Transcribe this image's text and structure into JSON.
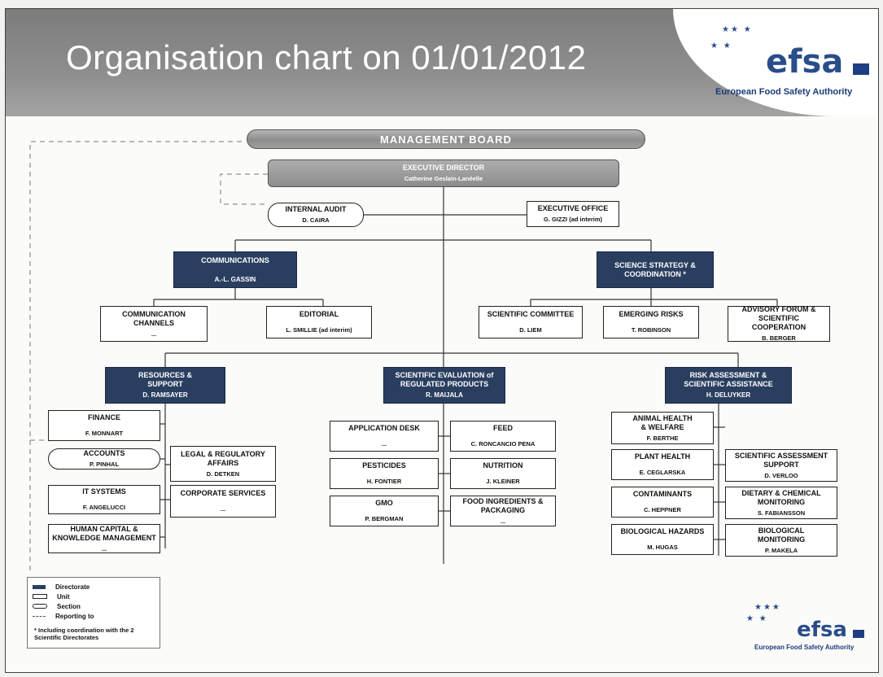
{
  "header": {
    "title": "Organisation chart on 01/01/2012",
    "logo_word": "efsa",
    "logo_tagline": "European Food Safety Authority"
  },
  "colors": {
    "directorate": "#2a3f60",
    "header_grey": "#8e8e8e",
    "logo_blue": "#2a4d8a"
  },
  "chart": {
    "management_board": "MANAGEMENT BOARD",
    "executive_director": {
      "title": "EXECUTIVE DIRECTOR",
      "name": "Catherine Geslain-Lanéelle"
    },
    "internal_audit": {
      "title": "INTERNAL AUDIT",
      "name": "D. CAIRA"
    },
    "executive_office": {
      "title": "EXECUTIVE OFFICE",
      "name": "G. GIZZI (ad interim)"
    },
    "communications": {
      "title": "COMMUNICATIONS",
      "name": "A.-L. GASSIN"
    },
    "communication_channels": {
      "title": "COMMUNICATION CHANNELS",
      "name": "..."
    },
    "editorial": {
      "title": "EDITORIAL",
      "name": "L. SMILLIE (ad interim)"
    },
    "science_strategy": {
      "title": "SCIENCE STRATEGY & COORDINATION *"
    },
    "scientific_committee": {
      "title": "SCIENTIFIC COMMITTEE",
      "name": "D. LIEM"
    },
    "emerging_risks": {
      "title": "EMERGING RISKS",
      "name": "T. ROBINSON"
    },
    "advisory_forum": {
      "title": "ADVISORY FORUM & SCIENTIFIC COOPERATION",
      "name": "B. BERGER"
    },
    "resources_support": {
      "title": "RESOURCES & SUPPORT",
      "name": "D. RAMSAYER"
    },
    "finance": {
      "title": "FINANCE",
      "name": "F. MONNART"
    },
    "accounts": {
      "title": "ACCOUNTS",
      "name": "P. PINHAL"
    },
    "it_systems": {
      "title": "IT SYSTEMS",
      "name": "F. ANGELUCCI"
    },
    "human_capital": {
      "title": "HUMAN CAPITAL & KNOWLEDGE MANAGEMENT",
      "name": "..."
    },
    "legal_affairs": {
      "title": "LEGAL & REGULATORY AFFAIRS",
      "name": "D. DETKEN"
    },
    "corporate_services": {
      "title": "CORPORATE SERVICES",
      "name": "..."
    },
    "scientific_evaluation": {
      "title": "SCIENTIFIC EVALUATION of REGULATED PRODUCTS",
      "name": "R. MAIJALA"
    },
    "application_desk": {
      "title": "APPLICATION DESK",
      "name": "..."
    },
    "pesticides": {
      "title": "PESTICIDES",
      "name": "H. FONTIER"
    },
    "gmo": {
      "title": "GMO",
      "name": "P. BERGMAN"
    },
    "feed": {
      "title": "FEED",
      "name": "C. RONCANCIO PENA"
    },
    "nutrition": {
      "title": "NUTRITION",
      "name": "J. KLEINER"
    },
    "food_ingredients": {
      "title": "FOOD INGREDIENTS & PACKAGING",
      "name": "..."
    },
    "risk_assessment": {
      "title": "RISK ASSESSMENT & SCIENTIFIC ASSISTANCE",
      "name": "H. DELUYKER"
    },
    "animal_health": {
      "title": "ANIMAL HEALTH & WELFARE",
      "name": "F. BERTHE"
    },
    "plant_health": {
      "title": "PLANT HEALTH",
      "name": "E. CEGLARSKA"
    },
    "contaminants": {
      "title": "CONTAMINANTS",
      "name": "C. HEPPNER"
    },
    "biological_hazards": {
      "title": "BIOLOGICAL HAZARDS",
      "name": "M. HUGAS"
    },
    "scientific_assessment_support": {
      "title": "SCIENTIFIC ASSESSMENT SUPPORT",
      "name": "D. VERLOO"
    },
    "dietary_chemical": {
      "title": "DIETARY & CHEMICAL MONITORING",
      "name": "S. FABIANSSON"
    },
    "biological_monitoring": {
      "title": "BIOLOGICAL MONITORING",
      "name": "P. MAKELA"
    }
  },
  "legend": {
    "directorate": "Directorate",
    "unit": "Unit",
    "section": "Section",
    "reporting": "Reporting to",
    "note": "* Including coordination with the 2 Scientific Directorates"
  }
}
